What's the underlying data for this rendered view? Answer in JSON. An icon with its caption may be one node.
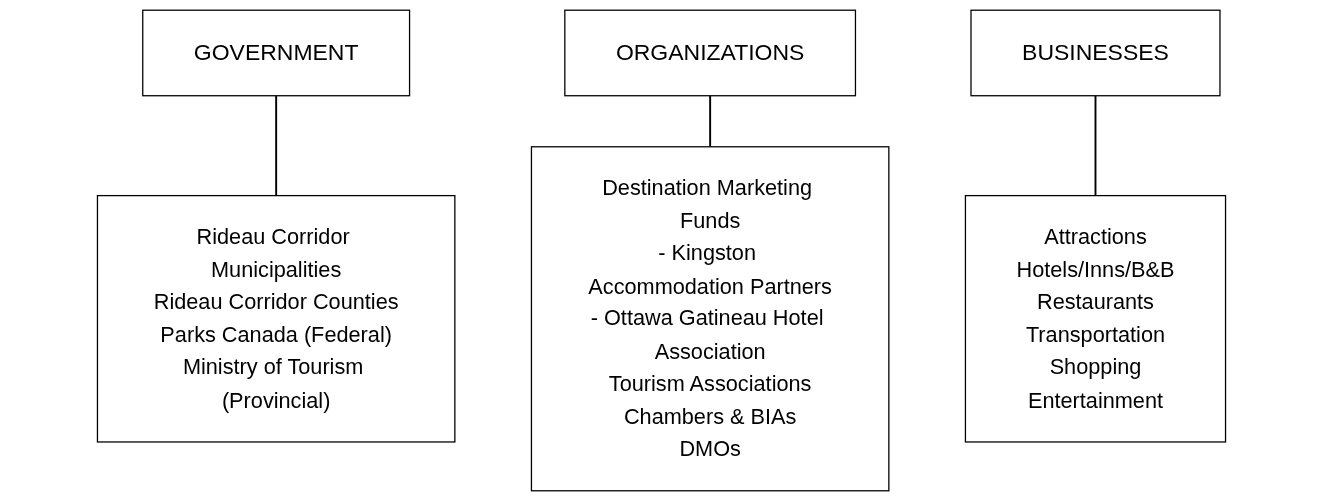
{
  "diagram": {
    "nodes": [
      {
        "text": [
          "GOVERNMENT"
        ]
      },
      {
        "text": [
          "ORGANIZATIONS"
        ]
      },
      {
        "text": [
          "BUSINESSES"
        ]
      },
      {
        "text": [
          "Rideau Corridor Municipalities",
          "Rideau Corridor Counties",
          "Parks Canada (Federal)",
          "Ministry of Tourism (Provincial)"
        ]
      },
      {
        "text": [
          "Destination Marketing Funds",
          "- Kingston Accommodation Partners",
          "- Ottawa Gatineau Hotel Association",
          "Tourism Associations",
          "Chambers & BIAs",
          "DMOs"
        ]
      },
      {
        "text": [
          "Attractions",
          "Hotels/Inns/B&B",
          "Restaurants",
          "Transportation",
          "Shopping",
          "Entertainment"
        ]
      }
    ],
    "edges": [
      {
        "from": 0,
        "to": 3,
        "arrow": "none"
      },
      {
        "from": 1,
        "to": 4,
        "arrow": "none"
      },
      {
        "from": 2,
        "to": 5,
        "arrow": "none"
      }
    ]
  }
}
